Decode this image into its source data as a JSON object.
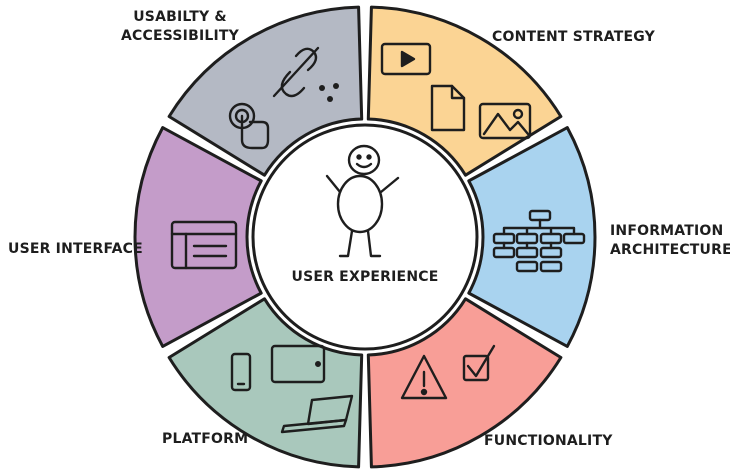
{
  "diagram": {
    "center": {
      "label": "USER EXPERIENCE",
      "icon": "stick-figure-icon"
    },
    "segments": [
      {
        "key": "usability",
        "label": "USABILTY &\nACCESSIBILITY",
        "color": "#b4b9c4",
        "icons": [
          "broken-link-icon",
          "touch-hand-icon",
          "dots-icon"
        ]
      },
      {
        "key": "content",
        "label": "CONTENT STRATEGY",
        "color": "#fbd494",
        "icons": [
          "video-icon",
          "document-icon",
          "image-icon"
        ]
      },
      {
        "key": "info",
        "label": "INFORMATION\nARCHITECTURE",
        "color": "#a9d3ef",
        "icons": [
          "sitemap-icon"
        ]
      },
      {
        "key": "func",
        "label": "FUNCTIONALITY",
        "color": "#f89e97",
        "icons": [
          "warning-icon",
          "checkbox-icon"
        ]
      },
      {
        "key": "platform",
        "label": "PLATFORM",
        "color": "#a9c8bc",
        "icons": [
          "phone-icon",
          "tablet-icon",
          "laptop-icon"
        ]
      },
      {
        "key": "ui",
        "label": "USER INTERFACE",
        "color": "#c49cc9",
        "icons": [
          "browser-window-icon"
        ]
      }
    ]
  }
}
